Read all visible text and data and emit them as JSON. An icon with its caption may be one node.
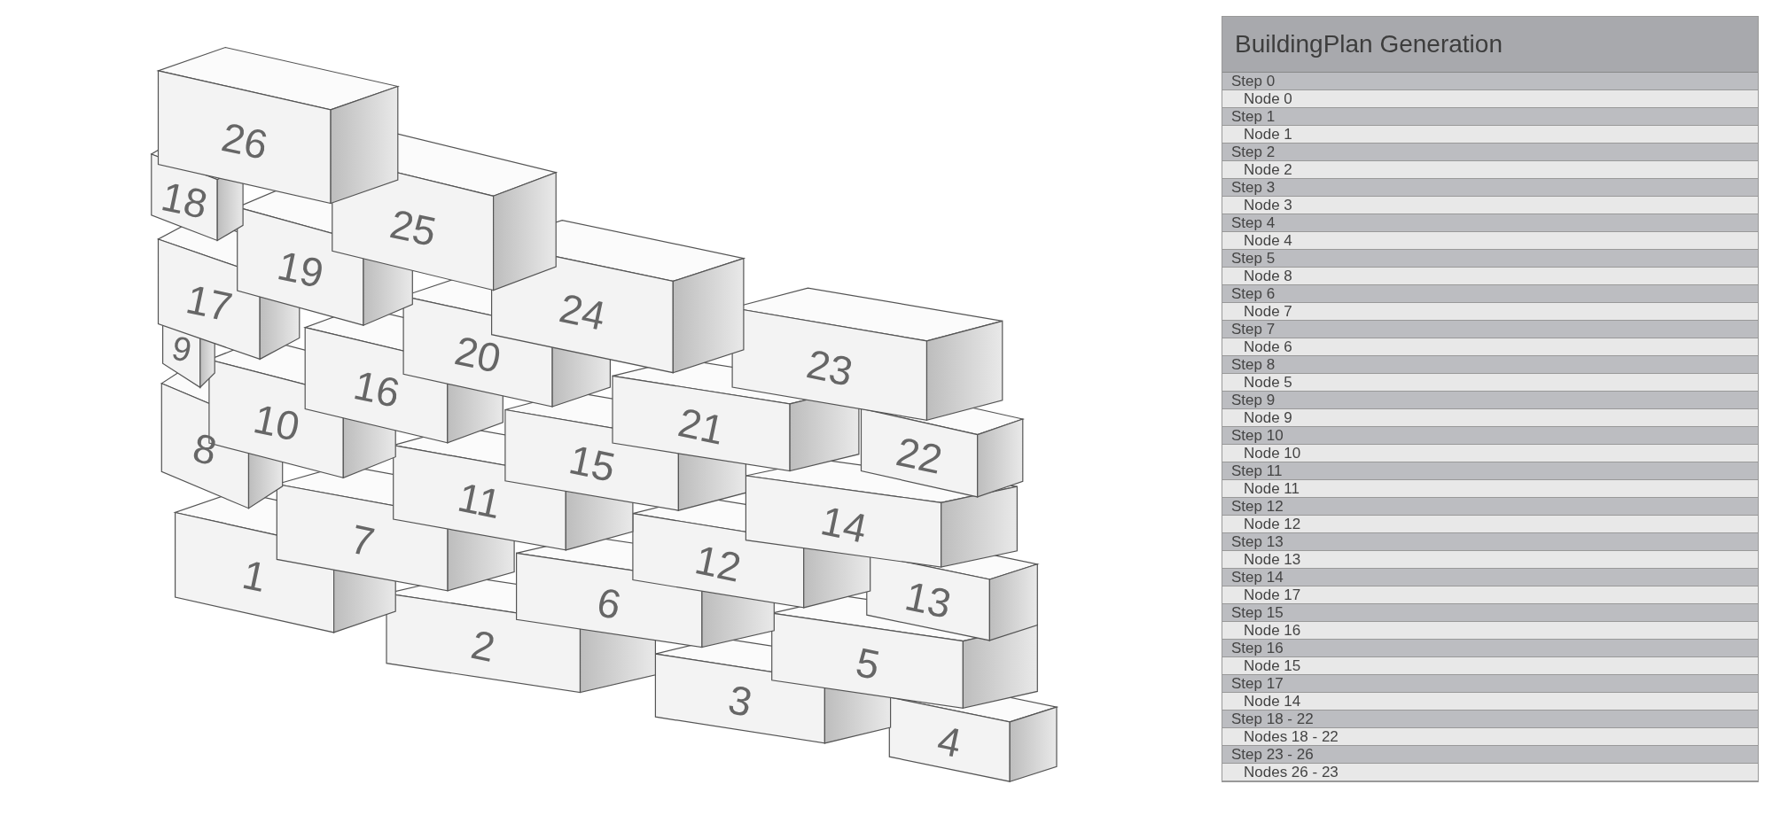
{
  "diagram": {
    "title": "BuildingPlan Generation",
    "nodes": [
      {
        "text": [
          "26"
        ]
      },
      {
        "text": [
          "18"
        ]
      },
      {
        "text": [
          "25"
        ]
      },
      {
        "text": [
          "19"
        ]
      },
      {
        "text": [
          "17"
        ]
      },
      {
        "text": [
          "24"
        ]
      },
      {
        "text": [
          "9"
        ]
      },
      {
        "text": [
          "20"
        ]
      },
      {
        "text": [
          "16"
        ]
      },
      {
        "text": [
          "23"
        ]
      },
      {
        "text": [
          "10"
        ]
      },
      {
        "text": [
          "21"
        ]
      },
      {
        "text": [
          "8"
        ]
      },
      {
        "text": [
          "15"
        ]
      },
      {
        "text": [
          "22"
        ]
      },
      {
        "text": [
          "11"
        ]
      },
      {
        "text": [
          "14"
        ]
      },
      {
        "text": [
          "7"
        ]
      },
      {
        "text": [
          "12"
        ]
      },
      {
        "text": [
          "1"
        ]
      },
      {
        "text": [
          "6"
        ]
      },
      {
        "text": [
          "13"
        ]
      },
      {
        "text": [
          "2"
        ]
      },
      {
        "text": [
          "5"
        ]
      },
      {
        "text": [
          "3"
        ]
      },
      {
        "text": [
          "4"
        ]
      }
    ],
    "labels": [
      "Step 0",
      "Node 0",
      "Step 1",
      "Node 1",
      "Step 2",
      "Node 2",
      "Step 3",
      "Node 3",
      "Step 4",
      "Node 4",
      "Step 5",
      "Node 8",
      "Step 6",
      "Node 7",
      "Step 7",
      "Node 6",
      "Step 8",
      "Node 5",
      "Step 9",
      "Node 9",
      "Step 10",
      "Node 10",
      "Step 11",
      "Node 11",
      "Step 12",
      "Node 12",
      "Step 13",
      "Node 13",
      "Step 14",
      "Node 17",
      "Step 15",
      "Node 16",
      "Step 16",
      "Node 15",
      "Step 17",
      "Node 14",
      "Step 18 - 22",
      "Nodes 18 - 22",
      "Step 23 - 26",
      "Nodes 26 - 23"
    ]
  }
}
